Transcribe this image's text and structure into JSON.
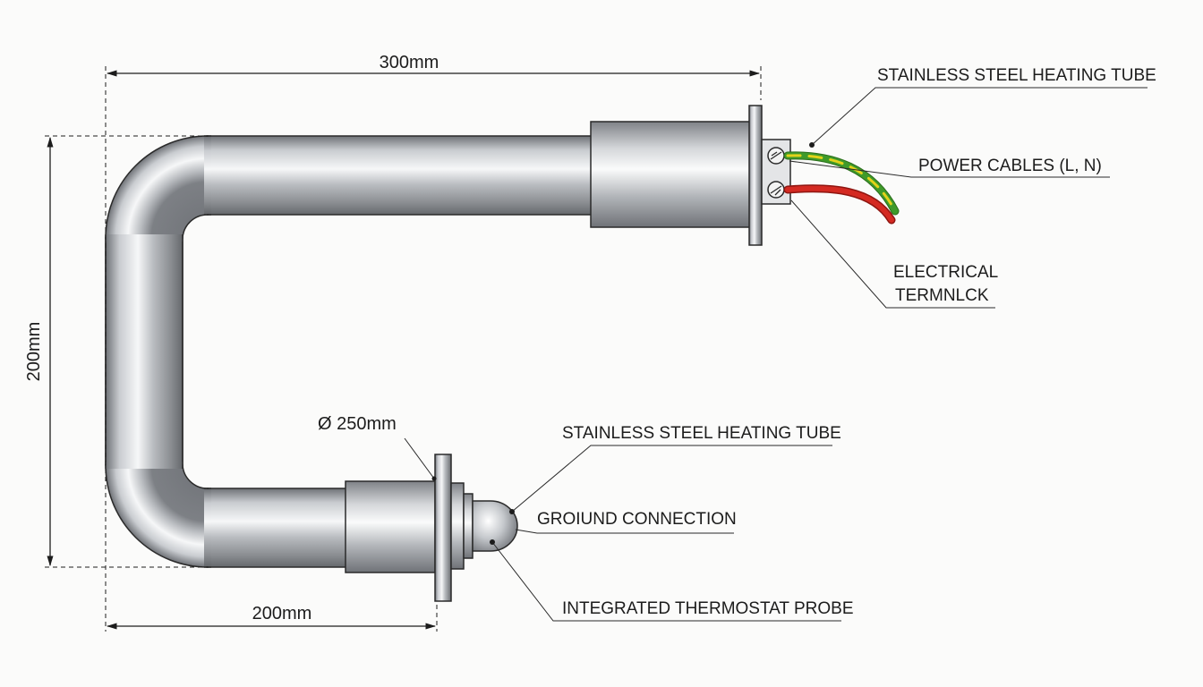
{
  "dimensions": {
    "top_width": "300mm",
    "height": "200mm",
    "bottom_width": "200mm",
    "diameter": "Ø 250mm"
  },
  "callouts": {
    "top_tube": "STAINLESS STEEL HEATING TUBE",
    "power_cables": "POWER CABLES (L, N)",
    "terminal_line1": "ELECTRICAL",
    "terminal_line2": "TERMNLCK",
    "bottom_tube": "STAINLESS STEEL HEATING TUBE",
    "ground": "GROIUND CONNECTION",
    "thermostat": "INTEGRATED THERMOSTAT PROBE"
  },
  "colors": {
    "line": "#1c1c1c",
    "wire_live": "#d42a22",
    "wire_earth_green": "#3f9a2a",
    "wire_earth_yellow": "#e2d21a",
    "steel_light": "#f2f3f4",
    "steel_dark": "#8a8d91"
  }
}
